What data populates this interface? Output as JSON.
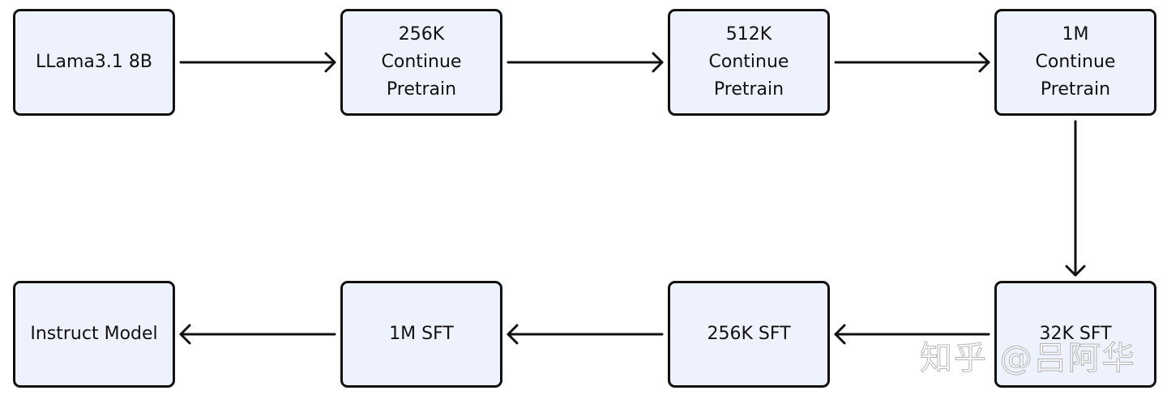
{
  "nodes": {
    "llama": {
      "lines": [
        "LLama3.1 8B"
      ]
    },
    "pretrain_256k": {
      "lines": [
        "256K",
        "Continue",
        "Pretrain"
      ]
    },
    "pretrain_512k": {
      "lines": [
        "512K",
        "Continue",
        "Pretrain"
      ]
    },
    "pretrain_1m": {
      "lines": [
        "1M",
        "Continue",
        "Pretrain"
      ]
    },
    "sft_32k": {
      "lines": [
        "32K SFT"
      ]
    },
    "sft_256k": {
      "lines": [
        "256K SFT"
      ]
    },
    "sft_1m": {
      "lines": [
        "1M SFT"
      ]
    },
    "instruct": {
      "lines": [
        "Instruct Model"
      ]
    }
  },
  "edges": [
    {
      "from": "llama",
      "to": "pretrain_256k"
    },
    {
      "from": "pretrain_256k",
      "to": "pretrain_512k"
    },
    {
      "from": "pretrain_512k",
      "to": "pretrain_1m"
    },
    {
      "from": "pretrain_1m",
      "to": "sft_32k"
    },
    {
      "from": "sft_32k",
      "to": "sft_256k"
    },
    {
      "from": "sft_256k",
      "to": "sft_1m"
    },
    {
      "from": "sft_1m",
      "to": "instruct"
    }
  ],
  "watermark": "知乎 @吕阿华",
  "colors": {
    "node_fill": "#eef2fd",
    "node_border": "#111111",
    "arrow": "#111111"
  }
}
